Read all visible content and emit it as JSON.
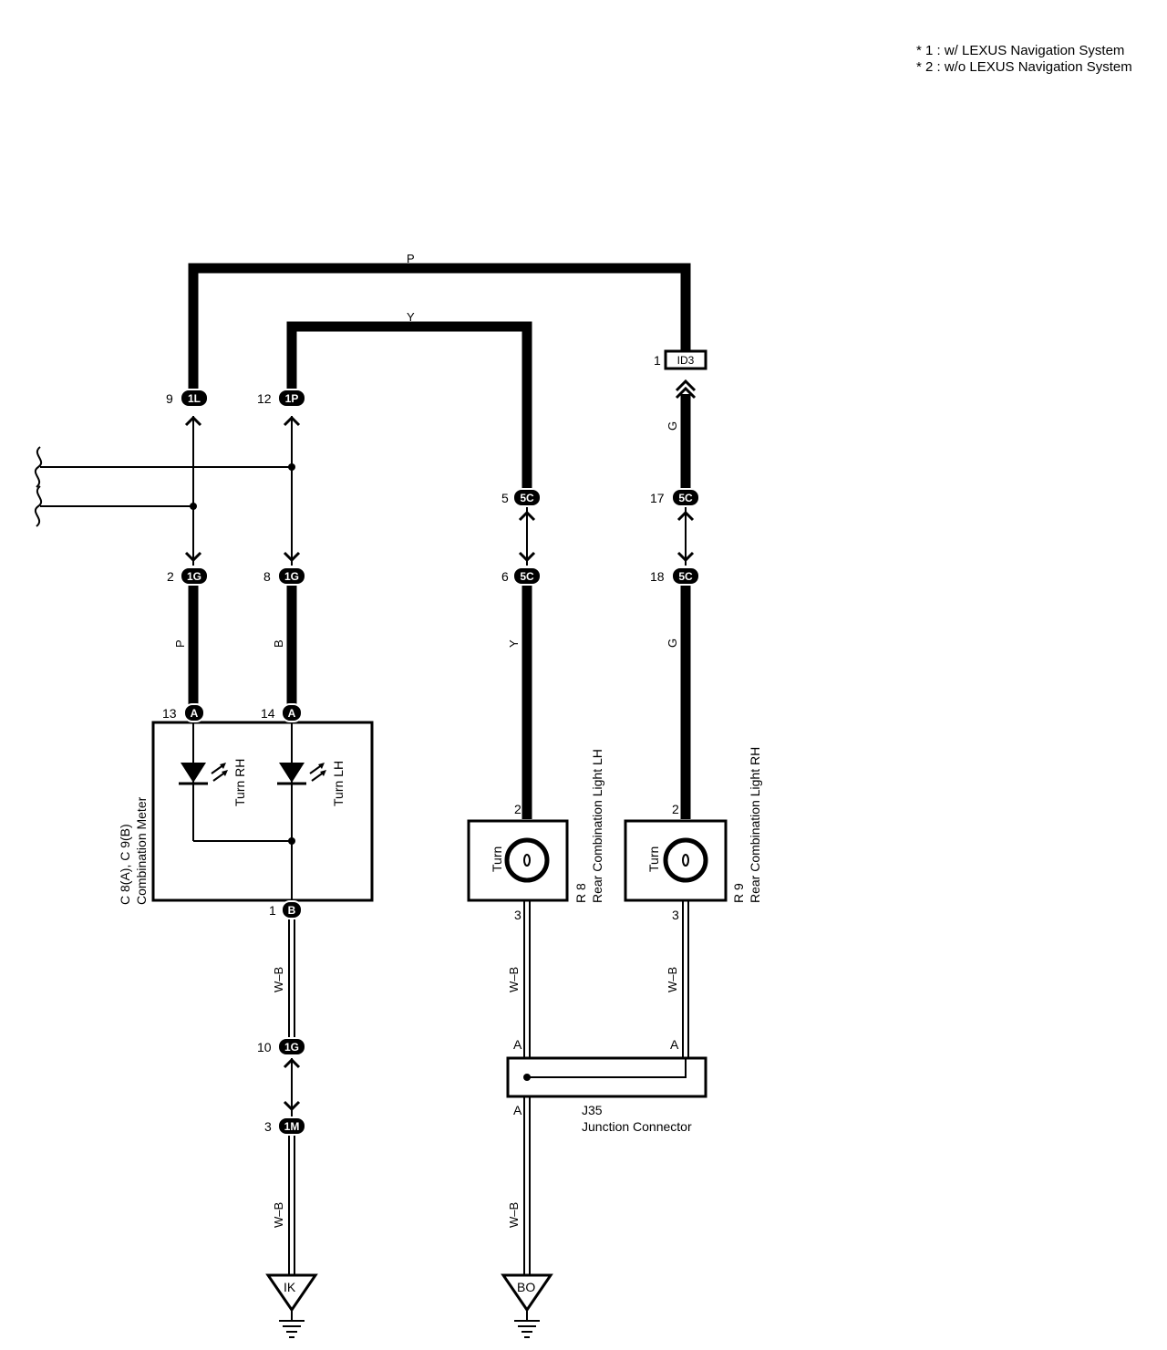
{
  "notes": {
    "line1": "* 1 : w/ LEXUS Navigation System",
    "line2": "* 2 : w/o LEXUS Navigation System"
  },
  "wires": {
    "top_p": "P",
    "top_y": "Y",
    "g_upper": "G",
    "p_left": "P",
    "b_left": "B",
    "y_mid": "Y",
    "g_mid": "G",
    "wb_1": "W–B",
    "wb_2": "W–B",
    "wb_3": "W–B",
    "wb_4": "W–B",
    "wb_5": "W–B"
  },
  "connectors": {
    "c1l": {
      "pin": "9",
      "code": "1L"
    },
    "c1p": {
      "pin": "12",
      "code": "1P"
    },
    "id3": {
      "pin": "1",
      "code": "ID3"
    },
    "c5c_a": {
      "pin": "5",
      "code": "5C"
    },
    "c5c_b": {
      "pin": "17",
      "code": "5C"
    },
    "c5c_c": {
      "pin": "6",
      "code": "5C"
    },
    "c5c_d": {
      "pin": "18",
      "code": "5C"
    },
    "c1g_a": {
      "pin": "2",
      "code": "1G"
    },
    "c1g_b": {
      "pin": "8",
      "code": "1G"
    },
    "c1g_c": {
      "pin": "10",
      "code": "1G"
    },
    "c1m": {
      "pin": "3",
      "code": "1M"
    },
    "meter_a13": {
      "pin": "13",
      "code": "A"
    },
    "meter_a14": {
      "pin": "14",
      "code": "A"
    },
    "meter_b1": {
      "pin": "1",
      "code": "B"
    }
  },
  "meter": {
    "name_line1": "C 8(A), C 9(B)",
    "name_line2": "Combination Meter",
    "turn_rh": "Turn RH",
    "turn_lh": "Turn LH"
  },
  "lamps": {
    "r8_turn": "Turn",
    "r8_pin_top": "2",
    "r8_pin_bottom": "3",
    "r8_id": "R 8",
    "r8_name": "Rear Combination Light LH",
    "r9_turn": "Turn",
    "r9_pin_top": "2",
    "r9_pin_bottom": "3",
    "r9_id": "R 9",
    "r9_name": "Rear Combination Light RH"
  },
  "junction": {
    "pin_a1": "A",
    "pin_a2": "A",
    "pin_a3": "A",
    "id": "J35",
    "name": "Junction Connector"
  },
  "grounds": {
    "left": "IK",
    "right": "BO"
  }
}
